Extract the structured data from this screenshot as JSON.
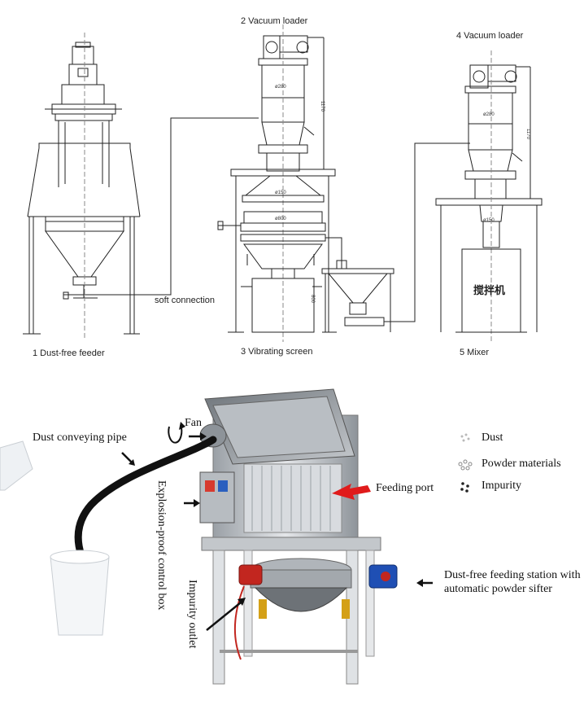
{
  "diagram": {
    "labels": {
      "dust_free_feeder": "1 Dust-free feeder",
      "vacuum_loader_2": "2 Vacuum loader",
      "vibrating_screen": "3 Vibrating screen",
      "vacuum_loader_4": "4 Vacuum loader",
      "mixer": "5 Mixer",
      "soft_connection": "soft connection",
      "mixer_chinese": "搅拌机"
    },
    "dimensions": {
      "loader2_dia": "ø280",
      "loader2_height": "1170",
      "loader2_outlet": "ø150",
      "screen_dia": "ø800",
      "screen_height": "800",
      "loader4_dia": "ø280",
      "loader4_height": "1170",
      "loader4_outlet": "ø150"
    }
  },
  "photo": {
    "labels": {
      "fan": "Fan",
      "dust_pipe": "Dust conveying pipe",
      "control_box": "Explosion-proof control box",
      "impurity_outlet": "Impurity outlet",
      "feeding_port": "Feeding port",
      "station": "Dust-free feeding station with automatic powder sifter"
    },
    "legend": [
      {
        "icon": "dust-dots-icon",
        "label": "Dust"
      },
      {
        "icon": "powder-dots-icon",
        "label": "Powder materials"
      },
      {
        "icon": "impurity-dots-icon",
        "label": "Impurity"
      }
    ],
    "colors": {
      "arrow_red": "#e01b1b",
      "motor_blue": "#1f4fb4",
      "motor_red": "#c2261f",
      "steel": "#c9cdd2",
      "pipe": "#111111"
    }
  }
}
